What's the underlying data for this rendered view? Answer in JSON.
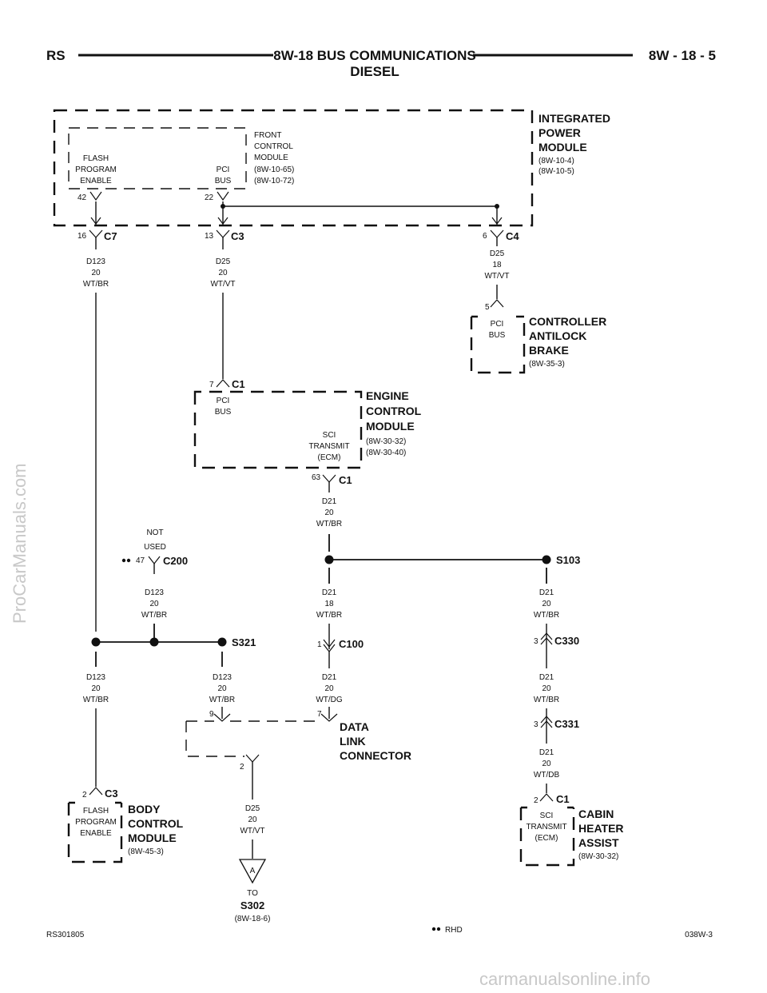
{
  "header": {
    "left": "RS",
    "title_line1": "8W-18 BUS COMMUNICATIONS",
    "title_line2": "DIESEL",
    "right": "8W - 18 - 5"
  },
  "footer": {
    "left": "RS301805",
    "center": "RHD",
    "right": "038W-3"
  },
  "watermarks": {
    "side": "ProCarManuals.com",
    "bottom": "carmanualsonline.info"
  },
  "modules": {
    "ipm": {
      "name_lines": [
        "INTEGRATED",
        "POWER",
        "MODULE"
      ],
      "refs": [
        "(8W-10-4)",
        "(8W-10-5)"
      ]
    },
    "fcm": {
      "name_lines": [
        "FRONT",
        "CONTROL",
        "MODULE"
      ],
      "refs": [
        "(8W-10-65)",
        "(8W-10-72)"
      ],
      "pin_a_lines": [
        "FLASH",
        "PROGRAM",
        "ENABLE"
      ],
      "pin_b_lines": [
        "PCI",
        "BUS"
      ]
    },
    "cab": {
      "name_lines": [
        "CONTROLLER",
        "ANTILOCK",
        "BRAKE"
      ],
      "refs": [
        "(8W-35-3)"
      ],
      "pin_lines": [
        "PCI",
        "BUS"
      ]
    },
    "ecm": {
      "name_lines": [
        "ENGINE",
        "CONTROL",
        "MODULE"
      ],
      "refs": [
        "(8W-30-32)",
        "(8W-30-40)"
      ],
      "pin_a_lines": [
        "PCI",
        "BUS"
      ],
      "pin_b_lines": [
        "SCI",
        "TRANSMIT",
        "(ECM)"
      ]
    },
    "dlc": {
      "name_lines": [
        "DATA",
        "LINK",
        "CONNECTOR"
      ]
    },
    "bcm": {
      "name_lines": [
        "BODY",
        "CONTROL",
        "MODULE"
      ],
      "refs": [
        "(8W-45-3)"
      ],
      "pin_lines": [
        "FLASH",
        "PROGRAM",
        "ENABLE"
      ]
    },
    "cha": {
      "name_lines": [
        "CABIN",
        "HEATER",
        "ASSIST"
      ],
      "refs": [
        "(8W-30-32)"
      ],
      "pin_lines": [
        "SCI",
        "TRANSMIT",
        "(ECM)"
      ]
    }
  },
  "connectors": {
    "c7": {
      "name": "C7",
      "pin": "16"
    },
    "c3": {
      "name": "C3",
      "pin": "13"
    },
    "c4": {
      "name": "C4",
      "pin": "6"
    },
    "cab_pin": "5",
    "ecm_c1a": {
      "name": "C1",
      "pin": "7"
    },
    "ecm_c1b": {
      "name": "C1",
      "pin": "63"
    },
    "c200": {
      "name": "C200",
      "pin": "47",
      "note_lines": [
        "NOT",
        "USED"
      ]
    },
    "c100": {
      "name": "C100",
      "pin": "1"
    },
    "c330": {
      "name": "C330",
      "pin": "3"
    },
    "c331": {
      "name": "C331",
      "pin": "3"
    },
    "bcm_c3": {
      "name": "C3",
      "pin": "2"
    },
    "cha_c1": {
      "name": "C1",
      "pin": "2"
    },
    "dlc_pins": [
      "9",
      "7",
      "2"
    ],
    "fcm_pins": [
      "42",
      "22"
    ]
  },
  "splices": {
    "s103": "S103",
    "s321": "S321",
    "s302": {
      "to": "TO",
      "name": "S302",
      "ref": "(8W-18-6)",
      "tag": "A"
    }
  },
  "wires": {
    "w_c7": [
      "D123",
      "20",
      "WT/BR"
    ],
    "w_c3": [
      "D25",
      "20",
      "WT/VT"
    ],
    "w_c4": [
      "D25",
      "18",
      "WT/VT"
    ],
    "w_ecm": [
      "D21",
      "20",
      "WT/BR"
    ],
    "w_c200": [
      "D123",
      "20",
      "WT/BR"
    ],
    "w_c100_top": [
      "D21",
      "18",
      "WT/BR"
    ],
    "w_s103": [
      "D21",
      "20",
      "WT/BR"
    ],
    "w_bcm": [
      "D123",
      "20",
      "WT/BR"
    ],
    "w_s321": [
      "D123",
      "20",
      "WT/BR"
    ],
    "w_c100_bot": [
      "D21",
      "20",
      "WT/DG"
    ],
    "w_c330": [
      "D21",
      "20",
      "WT/BR"
    ],
    "w_c331": [
      "D21",
      "20",
      "WT/DB"
    ],
    "w_s302": [
      "D25",
      "20",
      "WT/VT"
    ]
  }
}
